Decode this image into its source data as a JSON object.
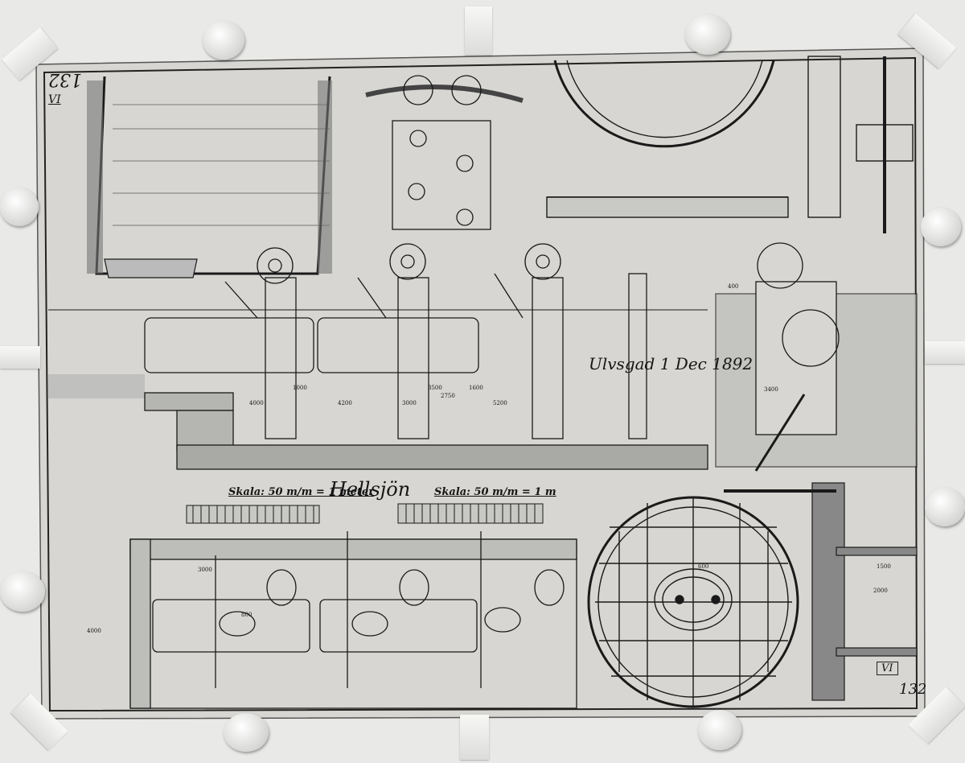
{
  "sheet": {
    "number_top_left": "132",
    "roman_top_left": "VI",
    "roman_bottom_right": "VI",
    "number_bottom_right": "132",
    "lake_name": "Hellsjön",
    "date_note": "Ulvsgad 1 Dec 1892",
    "scale_left": "Skala: 50 m/m = 1 meter",
    "scale_right": "Skala: 50 m/m = 1 m"
  },
  "dimension_labels": [
    "1000",
    "4000",
    "4200",
    "3000",
    "3500",
    "2750",
    "1600",
    "5200",
    "3400",
    "4000",
    "3000",
    "600",
    "2000",
    "1500",
    "400",
    "800"
  ]
}
